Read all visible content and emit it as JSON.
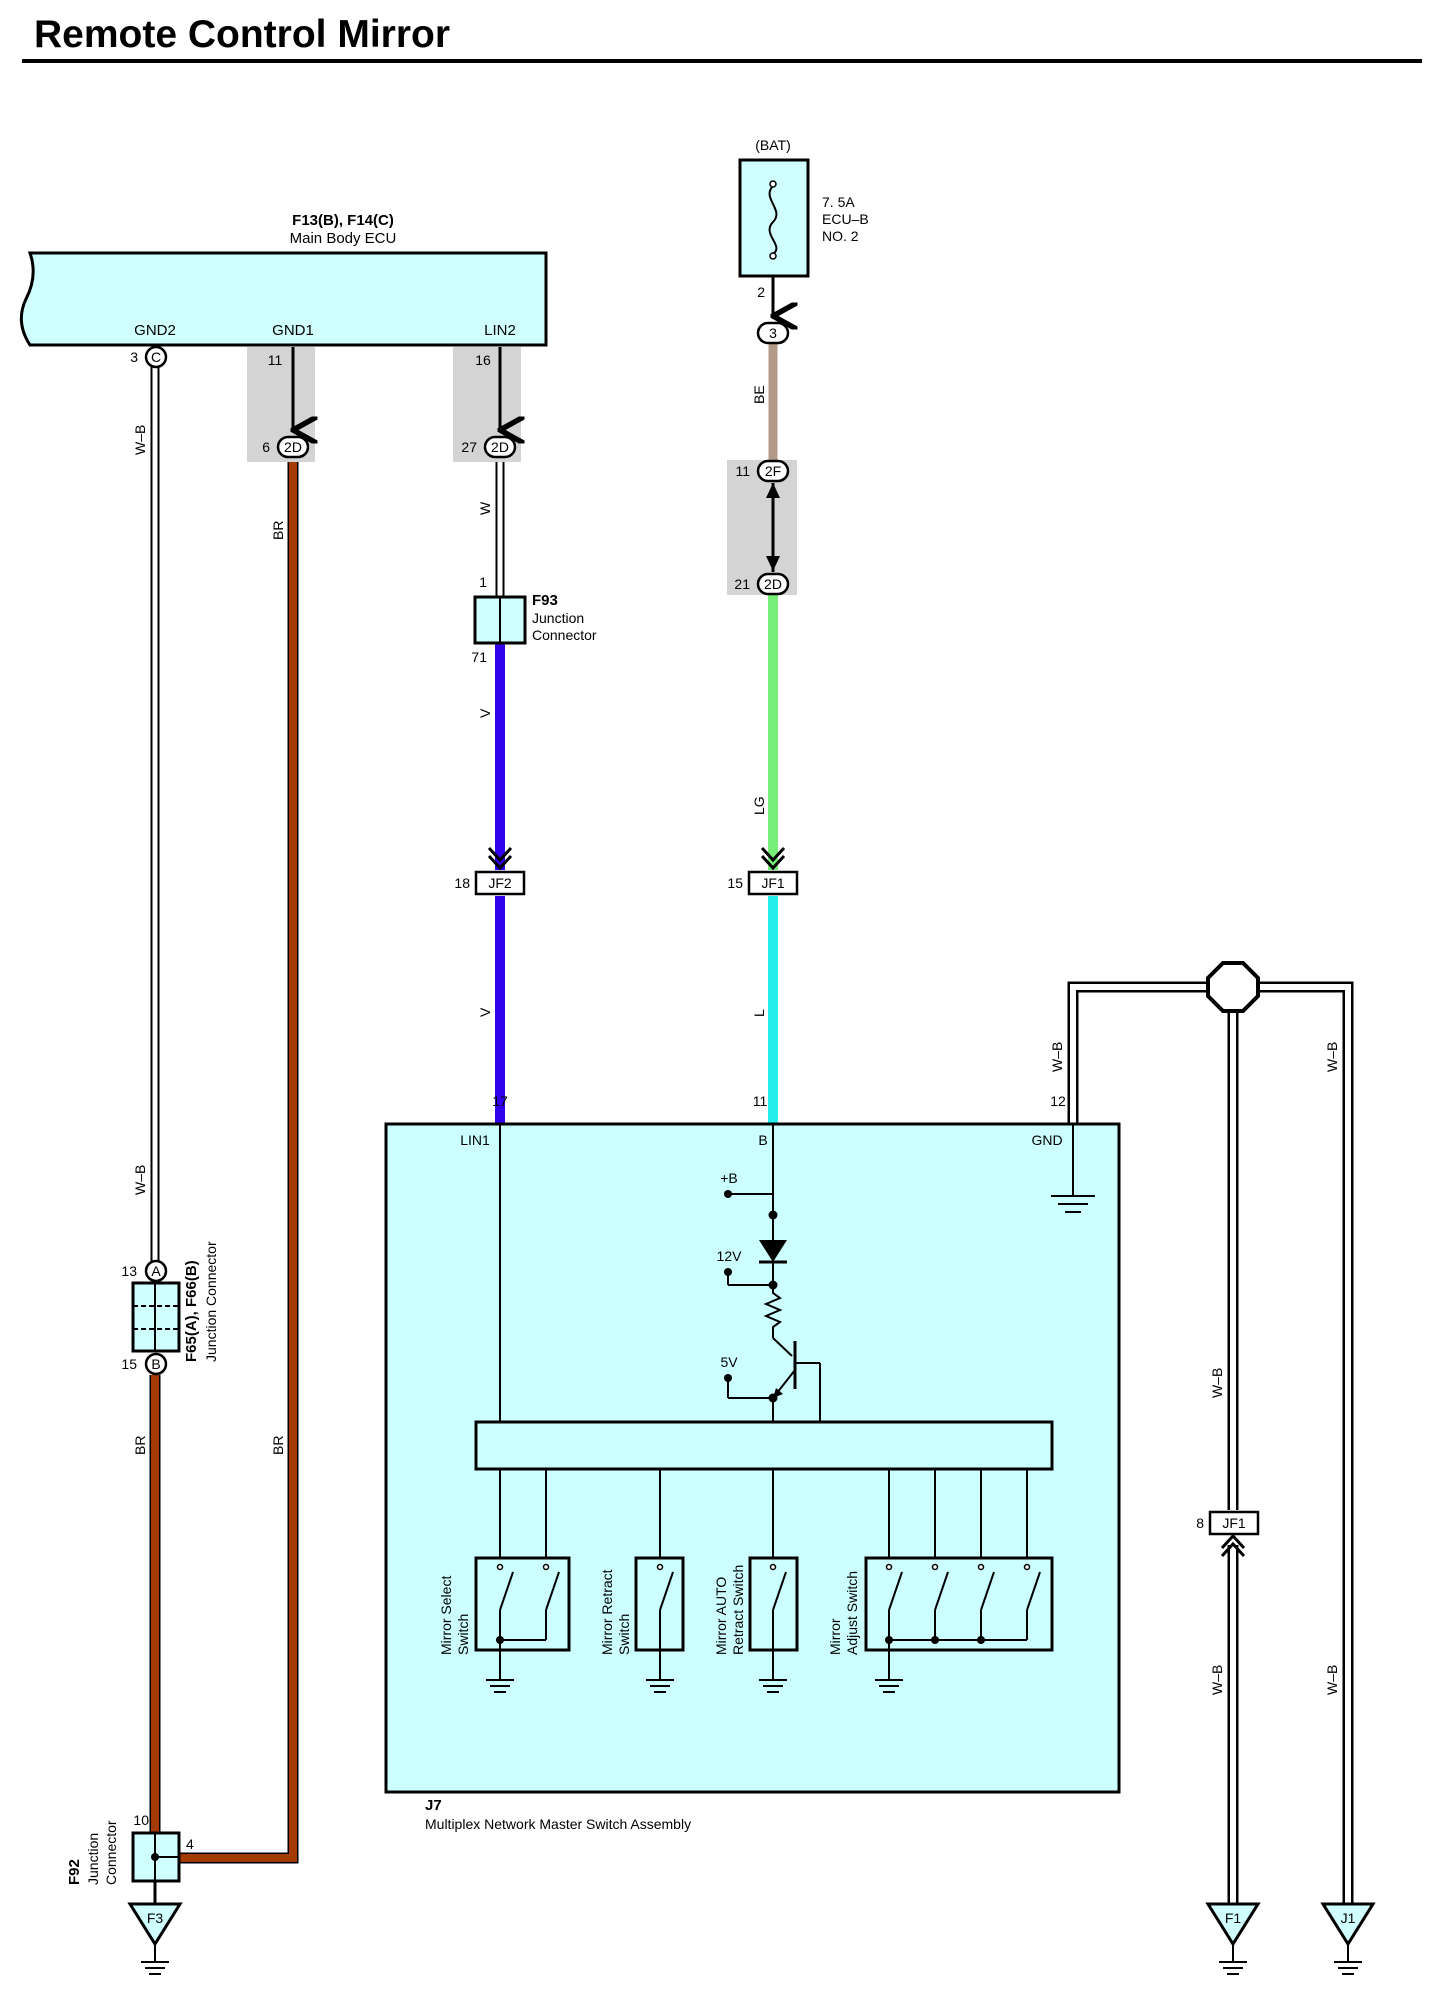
{
  "title": "Remote Control Mirror",
  "colors": {
    "ecu_fill": "#cfffff",
    "switch_fill": "#ccffff",
    "splice_gray": "#d4d4d4",
    "wire_BR": "#a33a00",
    "wire_V": "#3300ee",
    "wire_BE": "#b39a88",
    "wire_LG": "#77ee77",
    "wire_L": "#22eeee",
    "wire_W": "#ffffff",
    "wire_WB": "#ffffff"
  },
  "battery": {
    "source": "(BAT)",
    "fuse_rating": "7. 5A",
    "fuse_name": "ECU–B",
    "fuse_no": "NO. 2",
    "pin": "2"
  },
  "ecu": {
    "code": "F13(B), F14(C)",
    "name": "Main Body ECU",
    "pins": {
      "gnd2": {
        "label": "GND2",
        "pin": "3",
        "conn": "C"
      },
      "gnd1": {
        "label": "GND1",
        "pin": "11"
      },
      "lin2": {
        "label": "LIN2",
        "pin": "16"
      }
    }
  },
  "inline_connectors": [
    {
      "pin": "6",
      "code": "2D"
    },
    {
      "pin": "27",
      "code": "2D"
    },
    {
      "pin": "",
      "code": "3"
    },
    {
      "pin": "11",
      "code": "2F"
    },
    {
      "pin": "21",
      "code": "2D"
    },
    {
      "pin": "18",
      "code": "JF2"
    },
    {
      "pin": "15",
      "code": "JF1"
    },
    {
      "pin": "8",
      "code": "JF1"
    }
  ],
  "wire_labels": {
    "gnd2_top": "W–B",
    "gnd2_mid": "W–B",
    "gnd1_upper": "BR",
    "gnd1_lower": "BR",
    "f65_lower": "BR",
    "lin2_w": "W",
    "lin_v1": "V",
    "lin_v2": "V",
    "bat_be": "BE",
    "bat_lg": "LG",
    "bat_l": "L",
    "gnd_wb_top": "W–B",
    "gnd_wb_right_top": "W–B",
    "gnd_wb_mid": "W–B",
    "gnd_wb_low_left": "W–B",
    "gnd_wb_low_right": "W–B"
  },
  "f93": {
    "code": "F93",
    "name1": "Junction",
    "name2": "Connector",
    "pin_in": "1",
    "pin_out": "71"
  },
  "f65": {
    "code": "F65(A), F66(B)",
    "name": "Junction Connector",
    "pin_a": "13",
    "conn_a": "A",
    "pin_b": "15",
    "conn_b": "B"
  },
  "f92": {
    "code": "F92",
    "name1": "Junction",
    "name2": "Connector",
    "pin_a": "10",
    "pin_b": "4"
  },
  "grounds": {
    "f3": "F3",
    "f1": "F1",
    "j1": "J1"
  },
  "switch_assembly": {
    "code": "J7",
    "name": "Multiplex Network Master Switch Assembly",
    "pins": {
      "lin1": {
        "label": "LIN1",
        "pin": "17"
      },
      "b": {
        "label": "B",
        "pin": "11"
      },
      "gnd": {
        "label": "GND",
        "pin": "12"
      }
    },
    "internal": {
      "plus_b": "+B",
      "v12": "12V",
      "v5": "5V"
    },
    "switches": {
      "select": [
        "Mirror Select",
        "Switch"
      ],
      "retract": [
        "Mirror Retract",
        "Switch"
      ],
      "auto": [
        "Mirror AUTO",
        "Retract Switch"
      ],
      "adjust": [
        "Mirror",
        "Adjust Switch"
      ]
    }
  }
}
